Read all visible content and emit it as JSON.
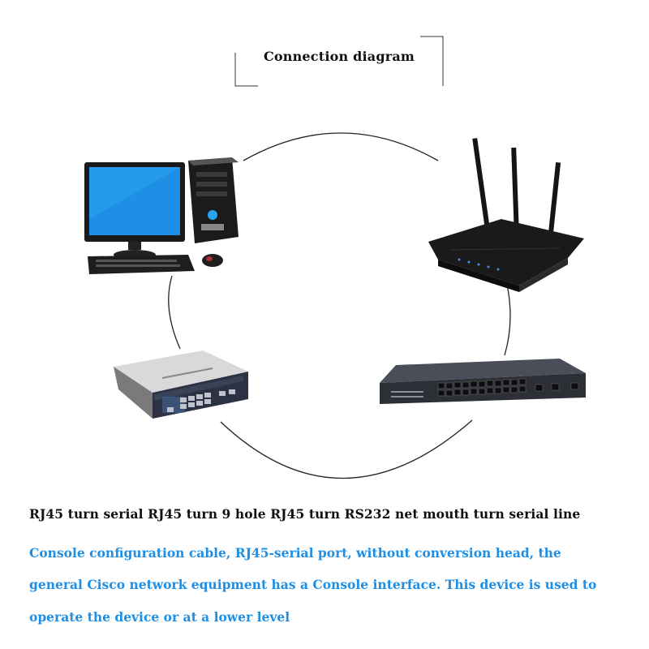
{
  "title": "Connection diagram",
  "devices": [
    {
      "id": "computer",
      "icon": "desktop-computer-icon"
    },
    {
      "id": "router",
      "icon": "wifi-router-icon"
    },
    {
      "id": "small-switch",
      "icon": "small-network-switch-icon"
    },
    {
      "id": "rack-switch",
      "icon": "rack-network-switch-icon"
    }
  ],
  "subtitle": "RJ45 turn serial RJ45 turn 9 hole RJ45 turn RS232 net mouth turn serial line",
  "description_lines": [
    "Console configuration cable, RJ45-serial port, without conversion head, the",
    "general Cisco network equipment has a Console interface. This device is used to",
    "operate the device or at a lower level"
  ],
  "colors": {
    "description": "#1e8fe6",
    "title": "#111111"
  }
}
